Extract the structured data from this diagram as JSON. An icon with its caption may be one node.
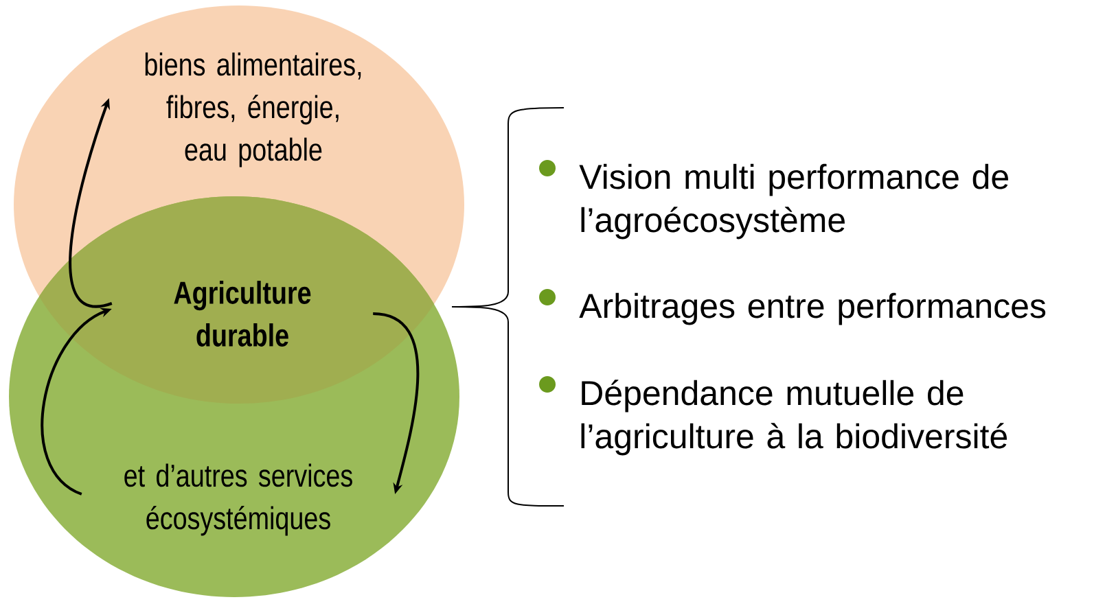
{
  "diagram": {
    "nodes": [
      {
        "text": [
          "biens alimentaires, fibres, énergie, eau potable"
        ]
      },
      {
        "text": [
          "et d’autres services écosystémiques"
        ]
      },
      {
        "text": [
          "Agriculture durable"
        ]
      }
    ],
    "edges": [
      {
        "from": 2,
        "to": 0,
        "arrow": "to"
      },
      {
        "from": 1,
        "to": 2,
        "arrow": "to"
      },
      {
        "from": 2,
        "to": 1,
        "arrow": "to"
      }
    ],
    "labels": [
      "Vision multi performance de l’agroécosystème",
      "Arbitrages entre performances",
      "Dépendance mutuelle de l’agriculture à la biodiversité"
    ]
  }
}
